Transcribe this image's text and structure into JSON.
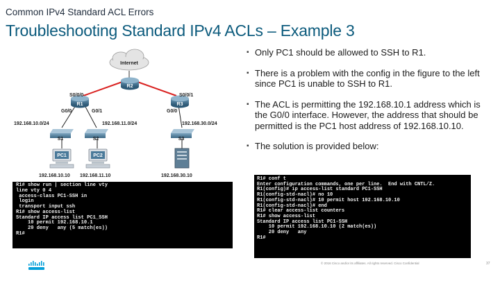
{
  "header": {
    "section": "Common IPv4 Standard ACL Errors",
    "title": "Troubleshooting Standard IPv4 ACLs – Example 3"
  },
  "diagram": {
    "cloud": "Internet",
    "routers": [
      "R1",
      "R2",
      "R3"
    ],
    "switches": [
      "S1",
      "S2",
      "S3"
    ],
    "pcs": [
      "PC1",
      "PC2"
    ],
    "interfaces": {
      "r1_s000": "S0/0/0",
      "r3_s001": "S0/0/1",
      "r1_g00": "G0/0",
      "r1_g01": "G0/1",
      "r3_g00": "G0/0"
    },
    "networks": [
      "192.168.10.0/24",
      "192.168.11.0/24",
      "192.168.30.0/24"
    ],
    "hosts": [
      "192.168.10.10",
      "192.168.11.10",
      "192.168.30.10"
    ]
  },
  "bullets": [
    "Only PC1 should be allowed to SSH to R1.",
    "There is a problem with the config in the figure to the left since PC1 is unable to SSH to R1.",
    "The ACL is permitting the 192.168.10.1 address which is the G0/0 interface.  However, the address that should be permitted is the PC1 host address of 192.168.10.10.",
    "The solution is provided below:"
  ],
  "terminal1": [
    "R1# show run | section line vty",
    "line vty 0 4",
    " access-class PC1-SSH in",
    " login",
    " transport input ssh",
    "R1# show access-list",
    "Standard IP access list PC1_SSH",
    "    10 permit 192.168.10.1",
    "    20 deny   any (5 match(es))",
    "R1#"
  ],
  "terminal2": [
    "R1# conf t",
    "Enter configuration commands, one per line.  End with CNTL/Z.",
    "R1(config)# ip access-list standard PC1-SSH",
    "R1(config-std-nacl)# no 10",
    "R1(config-std-nacl)# 10 permit host 192.168.10.10",
    "R1(config-std-nacl)# end",
    "R1# clear access-list counters",
    "R1# show access-list",
    "Standard IP access list PC1-SSH",
    "    10 permit 192.168.10.10 (2 match(es))",
    "    20 deny   any",
    "R1#"
  ],
  "footer": {
    "copyright": "© 2016  Cisco and/or its affiliates. All rights reserved.   Cisco Confidential",
    "page": "37"
  },
  "colors": {
    "title": "#0b5a7c",
    "router": "#3f6f8e",
    "link_red": "#d9201f",
    "cloud": "#e4e4e4",
    "terminal_bg": "#000000",
    "cisco_blue": "#049fd9"
  }
}
